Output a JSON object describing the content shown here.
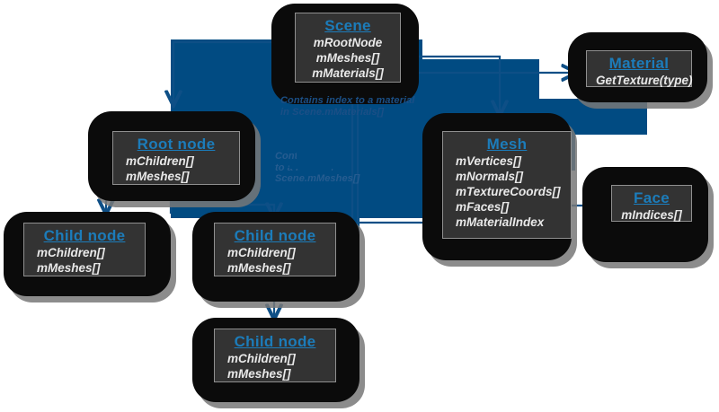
{
  "diagram": {
    "type": "assimp-scene-structure",
    "colors": {
      "backdrop_blue": "#014b82",
      "box_fill": "#333333",
      "box_border": "#8f8f8f",
      "halo": "#0b0b0b",
      "title_blue": "#1c7cba",
      "field_text": "#e8e8e8",
      "wire_blue": "#0e4f86",
      "note_blue": "#1b4f86"
    },
    "nodes": [
      {
        "id": "scene",
        "title": "Scene",
        "fields": [
          "mRootNode",
          "mMeshes[]",
          "mMaterials[]"
        ]
      },
      {
        "id": "material",
        "title": "Material",
        "fields": [
          "GetTexture(type)"
        ]
      },
      {
        "id": "mesh",
        "title": "Mesh",
        "fields": [
          "mVertices[]",
          "mNormals[]",
          "mTextureCoords[]",
          "mFaces[]",
          "mMaterialIndex"
        ]
      },
      {
        "id": "face",
        "title": "Face",
        "fields": [
          "mIndices[]"
        ]
      },
      {
        "id": "root-node",
        "title": "Root node",
        "fields": [
          "mChildren[]",
          "mMeshes[]"
        ]
      },
      {
        "id": "child-node-left",
        "title": "Child node",
        "fields": [
          "mChildren[]",
          "mMeshes[]"
        ]
      },
      {
        "id": "child-node-middle",
        "title": "Child node",
        "fields": [
          "mChildren[]",
          "mMeshes[]"
        ]
      },
      {
        "id": "child-node-bottom",
        "title": "Child node",
        "fields": [
          "mChildren[]",
          "mMeshes[]"
        ]
      }
    ],
    "annotations": [
      {
        "id": "material-index-note",
        "text": "Contains index to a material\nin Scene.mMaterials[]"
      },
      {
        "id": "mesh-index-note",
        "text": "Contains index\nto a mesh in\nScene.mMeshes[]"
      }
    ]
  }
}
